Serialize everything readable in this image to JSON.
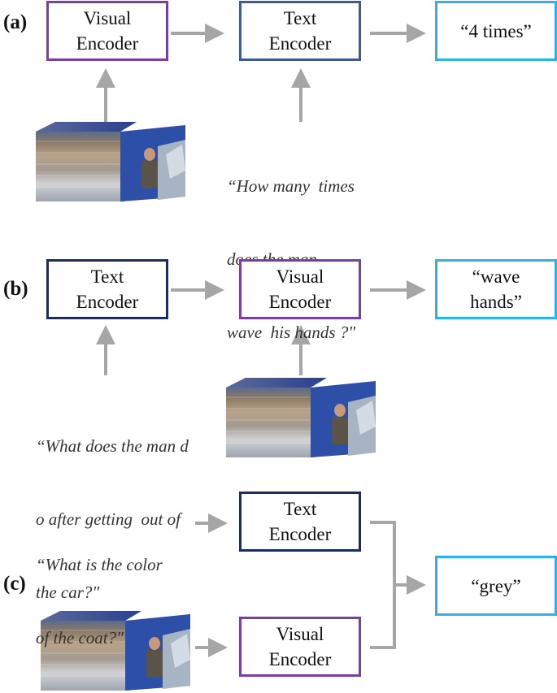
{
  "panels": [
    {
      "label": "(a)",
      "first": [
        "Visual",
        "Encoder"
      ],
      "second": [
        "Text",
        "Encoder"
      ],
      "answer": [
        "“4 times”"
      ],
      "question": [
        "“How many  times",
        "does the man",
        "wave  his hands ?\""
      ]
    },
    {
      "label": "(b)",
      "first": [
        "Text",
        "Encoder"
      ],
      "second": [
        "Visual",
        "Encoder"
      ],
      "answer": [
        "“wave",
        "hands”"
      ],
      "question": [
        "“What does the man d",
        "o after getting  out of",
        "the car?\""
      ]
    },
    {
      "label": "(c)",
      "text_encoder": [
        "Text",
        "Encoder"
      ],
      "visual_encoder": [
        "Visual",
        "Encoder"
      ],
      "answer": [
        "“grey”"
      ],
      "question": [
        "“What is the color",
        "of the coat?\""
      ]
    }
  ],
  "colors": {
    "visual_encoder_border": "#7a3fa4",
    "text_encoder_border_a": "#3d5a96",
    "text_encoder_border": "#1c2c5e",
    "answer_border": "#2bb3e8",
    "arrow": "#a6a6a6"
  }
}
